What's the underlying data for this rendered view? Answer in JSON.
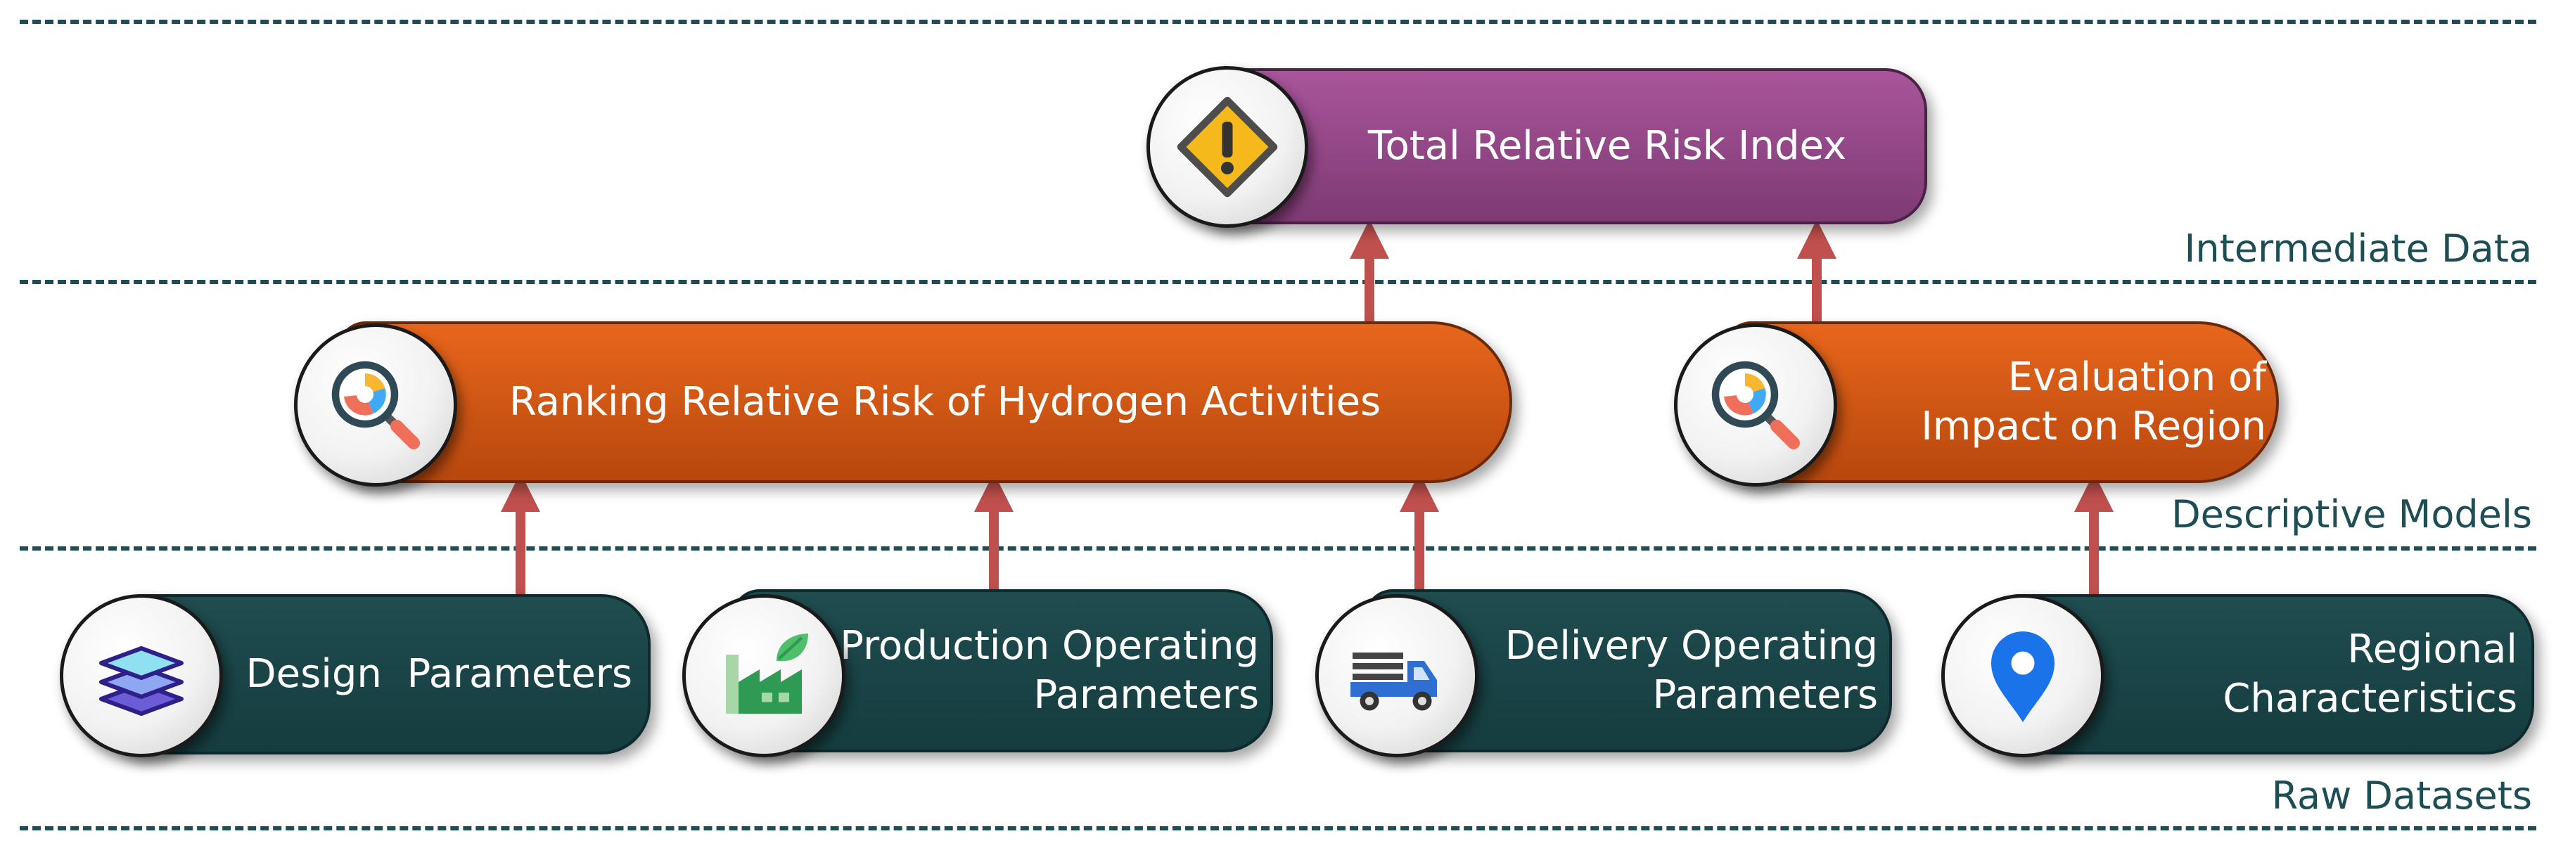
{
  "layers": {
    "intermediate": "Intermediate Data",
    "descriptive": "Descriptive Models",
    "raw": "Raw Datasets"
  },
  "nodes": {
    "total_risk": {
      "label": "Total Relative Risk Index",
      "icon": "warning-icon"
    },
    "ranking": {
      "label": "Ranking Relative Risk of Hydrogen Activities",
      "icon": "analytics-magnifier-icon"
    },
    "evaluation": {
      "line1": "Evaluation of",
      "line2": "Impact on Region",
      "icon": "analytics-magnifier-icon"
    },
    "design": {
      "label": "Design  Parameters",
      "icon": "layers-icon"
    },
    "production": {
      "line1": "Production Operating",
      "line2": "Parameters",
      "icon": "factory-icon"
    },
    "delivery": {
      "line1": "Delivery Operating",
      "line2": "Parameters",
      "icon": "truck-icon"
    },
    "regional": {
      "line1": "Regional",
      "line2": "Characteristics",
      "icon": "location-pin-icon"
    }
  },
  "colors": {
    "teal": "#1f4d50",
    "orange": "#e2621a",
    "purple": "#944a88",
    "arrow": "#c0504d",
    "dash": "#1d4e55"
  }
}
